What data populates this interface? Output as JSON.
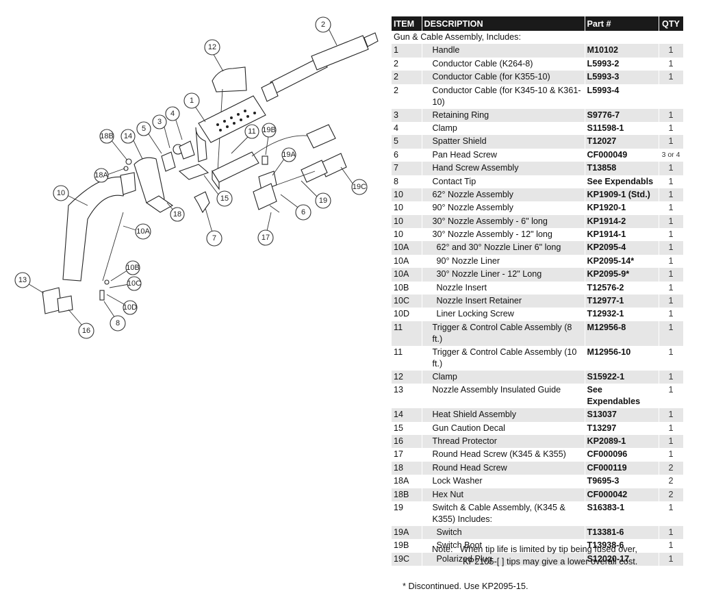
{
  "table": {
    "headers": {
      "item": "ITEM",
      "description": "DESCRIPTION",
      "part": "Part #",
      "qty": "QTY"
    },
    "rows": [
      {
        "item": "Gun & Cable Assembly, Includes:",
        "description": "",
        "part": "",
        "qty": "",
        "span": true,
        "shade": false
      },
      {
        "item": "1",
        "description": "Handle",
        "part": "M10102",
        "qty": "1",
        "indent": 1,
        "shade": true
      },
      {
        "item": "2",
        "description": "Conductor Cable (K264-8)",
        "part": "L5993-2",
        "qty": "1",
        "indent": 1,
        "shade": false
      },
      {
        "item": "2",
        "description": "Conductor Cable (for K355-10)",
        "part": "L5993-3",
        "qty": "1",
        "indent": 1,
        "shade": true
      },
      {
        "item": "2",
        "description": "Conductor Cable (for K345-10 & K361-10)",
        "part": "L5993-4",
        "qty": "",
        "indent": 1,
        "shade": false
      },
      {
        "item": "3",
        "description": "Retaining Ring",
        "part": "S9776-7",
        "qty": "1",
        "indent": 1,
        "shade": true
      },
      {
        "item": "4",
        "description": "Clamp",
        "part": "S11598-1",
        "qty": "1",
        "indent": 1,
        "shade": false
      },
      {
        "item": "5",
        "description": "Spatter Shield",
        "part": "T12027",
        "qty": "1",
        "indent": 1,
        "shade": true
      },
      {
        "item": "6",
        "description": "Pan Head Screw",
        "part": "CF000049",
        "qty": "3 or 4",
        "indent": 1,
        "shade": false,
        "small": true
      },
      {
        "item": "7",
        "description": "Hand Screw Assembly",
        "part": "T13858",
        "qty": "1",
        "indent": 1,
        "shade": true
      },
      {
        "item": "8",
        "description": "Contact Tip",
        "part": "See Expendabls",
        "qty": "1",
        "indent": 1,
        "shade": false
      },
      {
        "item": "10",
        "description": "62° Nozzle Assembly",
        "part": "KP1909-1 (Std.)",
        "qty": "1",
        "indent": 1,
        "shade": true
      },
      {
        "item": "10",
        "description": "90° Nozzle Assembly",
        "part": "KP1920-1",
        "qty": "1",
        "indent": 1,
        "shade": false
      },
      {
        "item": "10",
        "description": "30° Nozzle Assembly - 6\" long",
        "part": "KP1914-2",
        "qty": "1",
        "indent": 1,
        "shade": true
      },
      {
        "item": "10",
        "description": "30° Nozzle Assembly - 12\" long",
        "part": "KP1914-1",
        "qty": "1",
        "indent": 1,
        "shade": false
      },
      {
        "item": "10A",
        "description": "62° and 30° Nozzle Liner 6\" long",
        "part": "KP2095-4",
        "qty": "1",
        "indent": 2,
        "shade": true
      },
      {
        "item": "10A",
        "description": "90° Nozzle Liner",
        "part": "KP2095-14*",
        "qty": "1",
        "indent": 2,
        "shade": false
      },
      {
        "item": "10A",
        "description": "30° Nozzle Liner - 12\" Long",
        "part": "KP2095-9*",
        "qty": "1",
        "indent": 2,
        "shade": true
      },
      {
        "item": "10B",
        "description": "Nozzle Insert",
        "part": "T12576-2",
        "qty": "1",
        "indent": 2,
        "shade": false
      },
      {
        "item": "10C",
        "description": "Nozzle Insert Retainer",
        "part": "T12977-1",
        "qty": "1",
        "indent": 2,
        "shade": true
      },
      {
        "item": "10D",
        "description": "Liner Locking Screw",
        "part": "T12932-1",
        "qty": "1",
        "indent": 2,
        "shade": false
      },
      {
        "item": "11",
        "description": "Trigger & Control Cable Assembly (8 ft.)",
        "part": "M12956-8",
        "qty": "1",
        "indent": 1,
        "shade": true
      },
      {
        "item": "11",
        "description": "Trigger & Control Cable Assembly (10 ft.)",
        "part": "M12956-10",
        "qty": "1",
        "indent": 1,
        "shade": false
      },
      {
        "item": "12",
        "description": "Clamp",
        "part": "S15922-1",
        "qty": "1",
        "indent": 1,
        "shade": true
      },
      {
        "item": "13",
        "description": "Nozzle Assembly Insulated Guide",
        "part": "See Expendables",
        "qty": "1",
        "indent": 1,
        "shade": false
      },
      {
        "item": "14",
        "description": "Heat Shield Assembly",
        "part": "S13037",
        "qty": "1",
        "indent": 1,
        "shade": true
      },
      {
        "item": "15",
        "description": "Gun Caution Decal",
        "part": "T13297",
        "qty": "1",
        "indent": 1,
        "shade": false
      },
      {
        "item": "16",
        "description": "Thread Protector",
        "part": "KP2089-1",
        "qty": "1",
        "indent": 1,
        "shade": true
      },
      {
        "item": "17",
        "description": "Round Head Screw (K345 & K355)",
        "part": "CF000096",
        "qty": "1",
        "indent": 1,
        "shade": false
      },
      {
        "item": "18",
        "description": "Round Head Screw",
        "part": "CF000119",
        "qty": "2",
        "indent": 1,
        "shade": true
      },
      {
        "item": "18A",
        "description": "Lock Washer",
        "part": "T9695-3",
        "qty": "2",
        "indent": 1,
        "shade": false
      },
      {
        "item": "18B",
        "description": "Hex Nut",
        "part": "CF000042",
        "qty": "2",
        "indent": 1,
        "shade": true
      },
      {
        "item": "19",
        "description": "Switch & Cable Assembly, (K345 & K355) Includes:",
        "part": "S16383-1",
        "qty": "1",
        "indent": 1,
        "shade": false
      },
      {
        "item": "19A",
        "description": "Switch",
        "part": "T13381-6",
        "qty": "1",
        "indent": 2,
        "shade": true
      },
      {
        "item": "19B",
        "description": "Switch Boot",
        "part": "T13938-6",
        "qty": "1",
        "indent": 2,
        "shade": false
      },
      {
        "item": "19C",
        "description": "Polarized Plug",
        "part": "S12020-17",
        "qty": "1",
        "indent": 2,
        "shade": true
      }
    ]
  },
  "note": {
    "label": "Note:",
    "line1": "When tip life is limited by tip being fused over,",
    "line2": "KP2105-[ ]  tips may give a lower overall cost."
  },
  "footnote": "*  Discontinued.  Use KP2095-15.",
  "diagram": {
    "callouts": [
      "2",
      "12",
      "1",
      "3",
      "4",
      "5",
      "14",
      "18B",
      "18A",
      "10",
      "11",
      "19B",
      "19A",
      "19C",
      "19",
      "6",
      "15",
      "18",
      "7",
      "17",
      "10A",
      "10B",
      "10C",
      "10D",
      "13",
      "16",
      "8"
    ]
  }
}
